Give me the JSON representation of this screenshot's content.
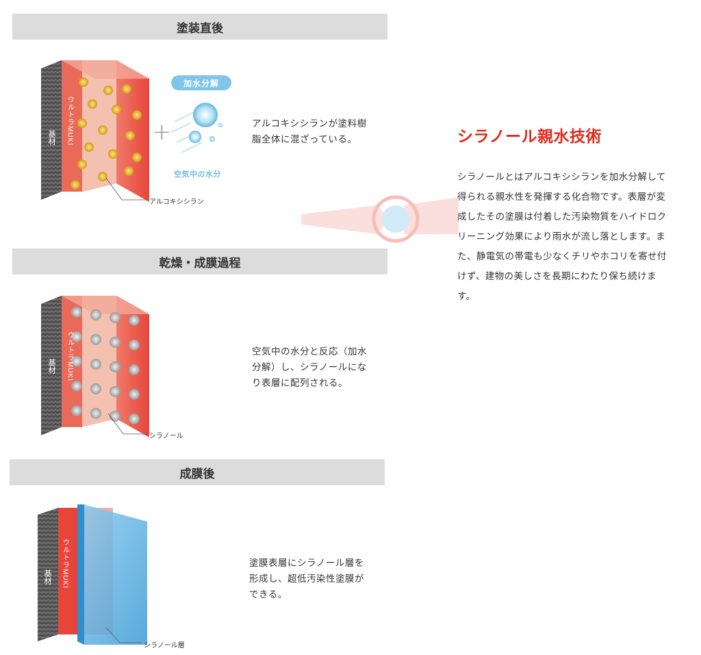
{
  "stages": [
    {
      "header": "塗装直後",
      "substrate": "基材",
      "layer": "ウルトラMUKI",
      "callout": "アルコキシシラン",
      "desc_lines": [
        "アルコキシシランが塗料樹",
        "脂全体に混ざっている。"
      ]
    },
    {
      "header": "乾燥・成膜過程",
      "substrate": "基材",
      "layer": "ウルトラMUKI",
      "callout": "シラノール",
      "desc_lines": [
        "空気中の水分と反応（加水",
        "分解）し、シラノールにな",
        "り表層に配列される。"
      ]
    },
    {
      "header": "成膜後",
      "substrate": "基材",
      "layer": "ウルトラMUKI",
      "callout": "シラノール層",
      "desc_lines": [
        "塗膜表層にシラノール層を",
        "形成し、超低汚染性塗膜が",
        "できる。"
      ]
    }
  ],
  "hydrolysis": {
    "badge": "加水分解",
    "moisture": "空気中の水分",
    "plus": "+"
  },
  "technology": {
    "title": "シラノール親水技術",
    "lines": [
      "シラノールとはアルコキシシランを加水分解して",
      "得られる親水性を発揮する化合物です。表層が変",
      "成したその塗膜は付着した汚染物質をハイドロク",
      "リーニング効果により雨水が流し落とします。ま",
      "た、静電気の帯電も少なくチリやホコリを寄せ付",
      "けず、建物の美しさを長期にわたり保ち続けま",
      "す。"
    ]
  },
  "colors": {
    "accent_red": "#e02a1b",
    "header_bg": "#dcdcdc",
    "layer_red": "#e8524a",
    "silane_dot": "#e8b52a",
    "silanol_dot": "#b9b9b9",
    "silanol_layer": "#5fb6e3",
    "moisture_blue": "#7fc6ea"
  }
}
